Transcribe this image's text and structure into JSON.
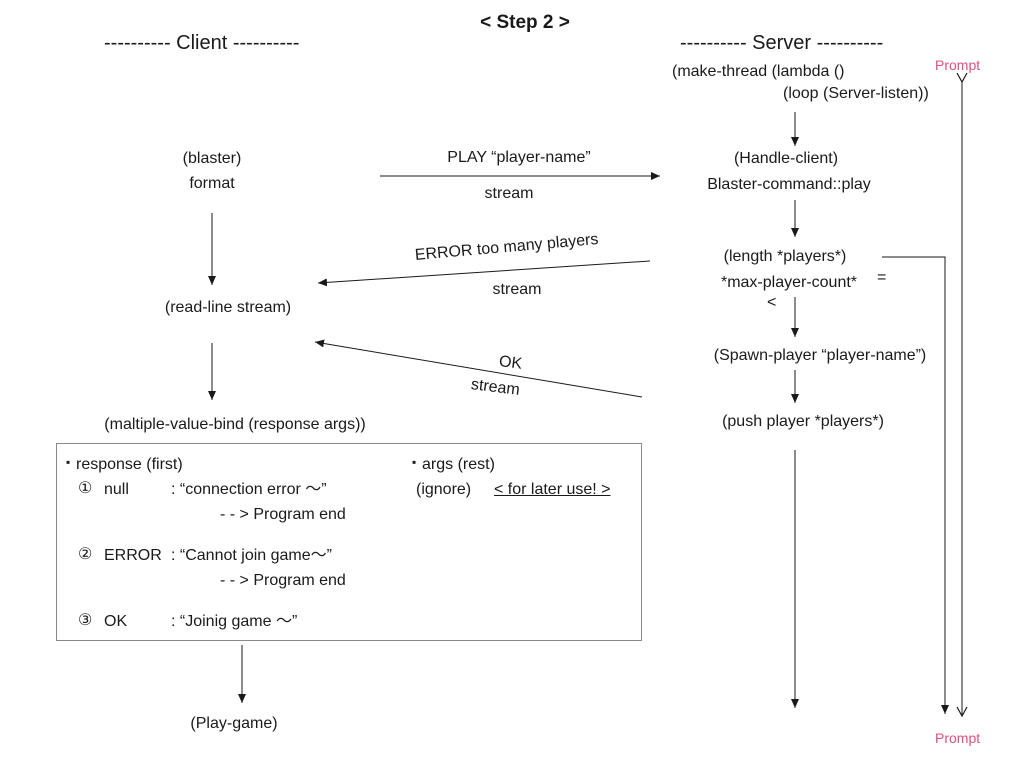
{
  "title": "< Step 2 >",
  "client_header": "---------- Client ----------",
  "server_header": "---------- Server ----------",
  "prompt_label": "Prompt",
  "server": {
    "make_thread": "(make-thread (lambda ()",
    "loop": "(loop (Server-listen))",
    "handle_client": "(Handle-client)",
    "blaster_command": "Blaster-command::play",
    "length_players": "(length *players*)",
    "max_player_count": "*max-player-count*",
    "eq": "=",
    "lt": "<",
    "spawn_player": "(Spawn-player “player-name”)",
    "push_player": "(push player *players*)"
  },
  "client": {
    "blaster": "(blaster)",
    "format": "format",
    "read_line": "(read-line stream)",
    "mvb": "(maltiple-value-bind (response args))",
    "play_game": "(Play-game)"
  },
  "messages": {
    "play_label": "PLAY “player-name”",
    "play_stream": "stream",
    "error_label": "ERROR too many players",
    "error_stream": "stream",
    "ok_label": "OK",
    "ok_stream": "stream"
  },
  "response_box": {
    "response_header": "response (first)",
    "args_header": "args (rest)",
    "args_ignore": "(ignore)",
    "args_later": "< for later use! >",
    "case1_num": "①",
    "case1_key": "null",
    "case1_msg": ": “connection error ～”",
    "case1_end": "- - >  Program end",
    "case2_num": "②",
    "case2_key": "ERROR",
    "case2_msg": ": “Cannot  join game～”",
    "case2_end": "- - >  Program end",
    "case3_num": "③",
    "case3_key": "OK",
    "case3_msg": ": “Joinig game ～”"
  }
}
